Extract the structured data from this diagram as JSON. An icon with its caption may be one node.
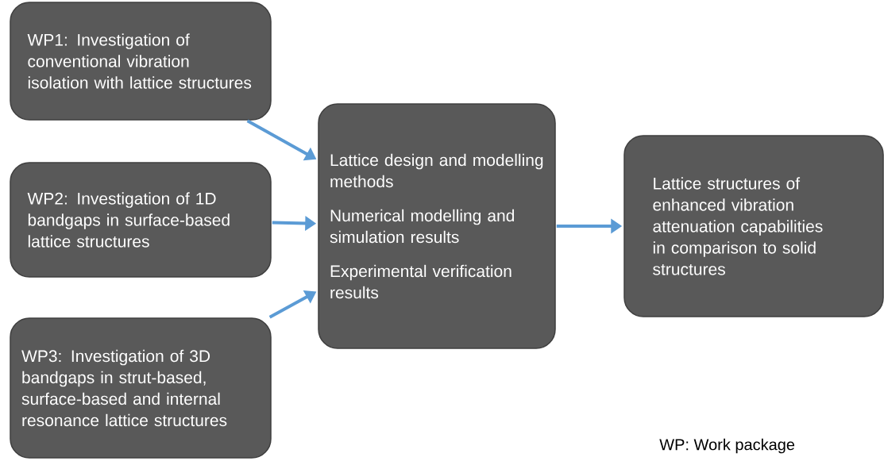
{
  "diagram": {
    "nodes": [
      {
        "text": [
          "WP1: Investigation of conventional vibration isolation with lattice structures"
        ]
      },
      {
        "text": [
          "WP2: Investigation of 1D bandgaps in surface-based lattice structures"
        ]
      },
      {
        "text": [
          "WP3: Investigation of 3D bandgaps in strut-based, surface-based and internal resonance lattice structures"
        ]
      },
      {
        "text": [
          "Lattice design and modelling methods",
          "Numerical modelling and simulation results",
          "Experimental verification results"
        ]
      },
      {
        "text": [
          "Lattice structures of enhanced vibration attenuation capabilities in comparison to solid structures"
        ]
      }
    ],
    "edges": [
      {
        "from": 0,
        "to": 3,
        "arrow": "to"
      },
      {
        "from": 1,
        "to": 3,
        "arrow": "to"
      },
      {
        "from": 2,
        "to": 3,
        "arrow": "to"
      },
      {
        "from": 3,
        "to": 4,
        "arrow": "to"
      }
    ],
    "labels": [
      "WP: Work package"
    ]
  }
}
